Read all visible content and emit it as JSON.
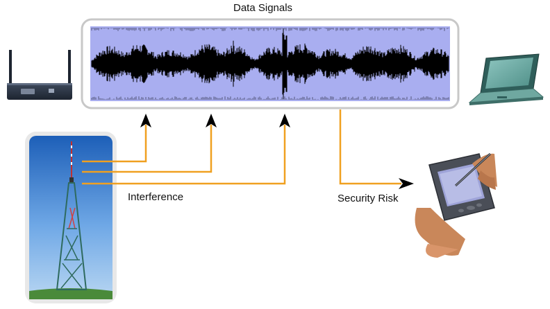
{
  "diagram": {
    "title": "Data Signals",
    "interference_label": "Interference",
    "security_label": "Security Risk",
    "devices": {
      "left": "wireless-access-point",
      "right": "laptop",
      "source": "transmission-tower",
      "receiver": "handheld-pda"
    },
    "colors": {
      "signal_background": "#a9aef0",
      "signal_wave": "#000000",
      "arrow_line": "#f0a020",
      "frame_border": "#c8c8c8"
    }
  }
}
